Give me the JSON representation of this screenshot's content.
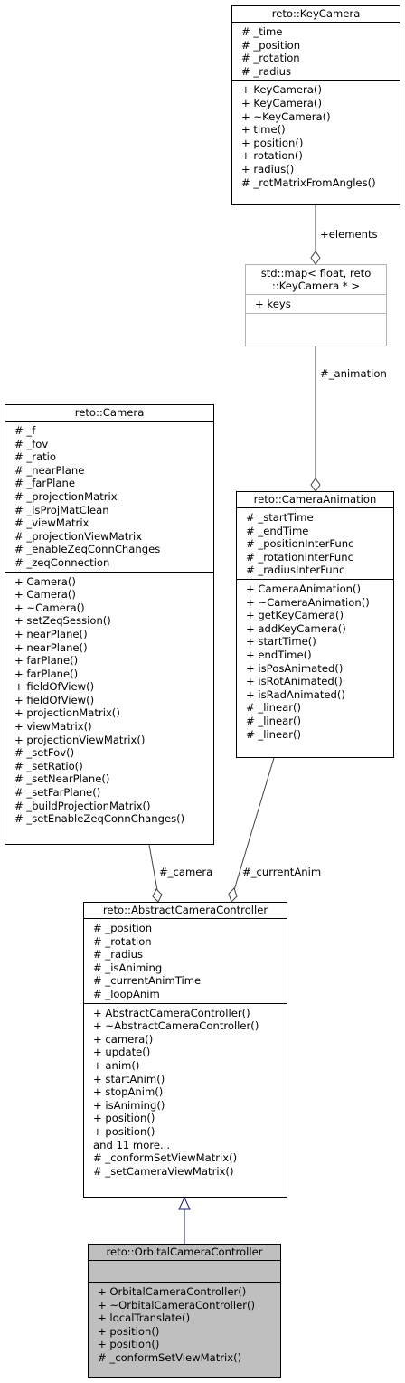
{
  "classes": {
    "keyCamera": {
      "title": "reto::KeyCamera",
      "attributes": [
        "# _time",
        "# _position",
        "# _rotation",
        "# _radius"
      ],
      "methods": [
        "+ KeyCamera()",
        "+ KeyCamera()",
        "+ ~KeyCamera()",
        "+ time()",
        "+ position()",
        "+ rotation()",
        "+ radius()",
        "# _rotMatrixFromAngles()"
      ]
    },
    "stdMap": {
      "title_line1": "std::map< float, reto",
      "title_line2": "::KeyCamera * >",
      "attributes": [
        "+ keys"
      ],
      "methods": []
    },
    "camera": {
      "title": "reto::Camera",
      "attributes": [
        "# _f",
        "# _fov",
        "# _ratio",
        "# _nearPlane",
        "# _farPlane",
        "# _projectionMatrix",
        "# _isProjMatClean",
        "# _viewMatrix",
        "# _projectionViewMatrix",
        "# _enableZeqConnChanges",
        "# _zeqConnection"
      ],
      "methods": [
        "+ Camera()",
        "+ Camera()",
        "+ ~Camera()",
        "+ setZeqSession()",
        "+ nearPlane()",
        "+ nearPlane()",
        "+ farPlane()",
        "+ farPlane()",
        "+ fieldOfView()",
        "+ fieldOfView()",
        "+ projectionMatrix()",
        "+ viewMatrix()",
        "+ projectionViewMatrix()",
        "# _setFov()",
        "# _setRatio()",
        "# _setNearPlane()",
        "# _setFarPlane()",
        "# _buildProjectionMatrix()",
        "# _setEnableZeqConnChanges()"
      ]
    },
    "cameraAnimation": {
      "title": "reto::CameraAnimation",
      "attributes": [
        "# _startTime",
        "# _endTime",
        "# _positionInterFunc",
        "# _rotationInterFunc",
        "# _radiusInterFunc"
      ],
      "methods": [
        "+ CameraAnimation()",
        "+ ~CameraAnimation()",
        "+ getKeyCamera()",
        "+ addKeyCamera()",
        "+ startTime()",
        "+ endTime()",
        "+ isPosAnimated()",
        "+ isRotAnimated()",
        "+ isRadAnimated()",
        "# _linear()",
        "# _linear()",
        "# _linear()"
      ]
    },
    "abstractController": {
      "title": "reto::AbstractCameraController",
      "attributes": [
        "# _position",
        "# _rotation",
        "# _radius",
        "# _isAniming",
        "# _currentAnimTime",
        "# _loopAnim"
      ],
      "methods": [
        "+ AbstractCameraController()",
        "+ ~AbstractCameraController()",
        "+ camera()",
        "+ update()",
        "+ anim()",
        "+ startAnim()",
        "+ stopAnim()",
        "+ isAniming()",
        "+ position()",
        "+ position()",
        "and 11 more...",
        "# _conformSetViewMatrix()",
        "# _setCameraViewMatrix()"
      ]
    },
    "orbitalController": {
      "title": "reto::OrbitalCameraController",
      "attributes": [],
      "methods": [
        "+ OrbitalCameraController()",
        "+ ~OrbitalCameraController()",
        "+ localTranslate()",
        "+ position()",
        "+ position()",
        "# _conformSetViewMatrix()"
      ]
    }
  },
  "edges": {
    "elements": "+elements",
    "animation": "#_animation",
    "camera": "#_camera",
    "currentAnim": "#_currentAnim"
  },
  "colors": {
    "border": "#000000",
    "templateBorder": "#b3b3b3",
    "highlightFill": "#bfbfbf",
    "inheritanceArrow": "#191970",
    "aggregationLine": "#404040"
  }
}
